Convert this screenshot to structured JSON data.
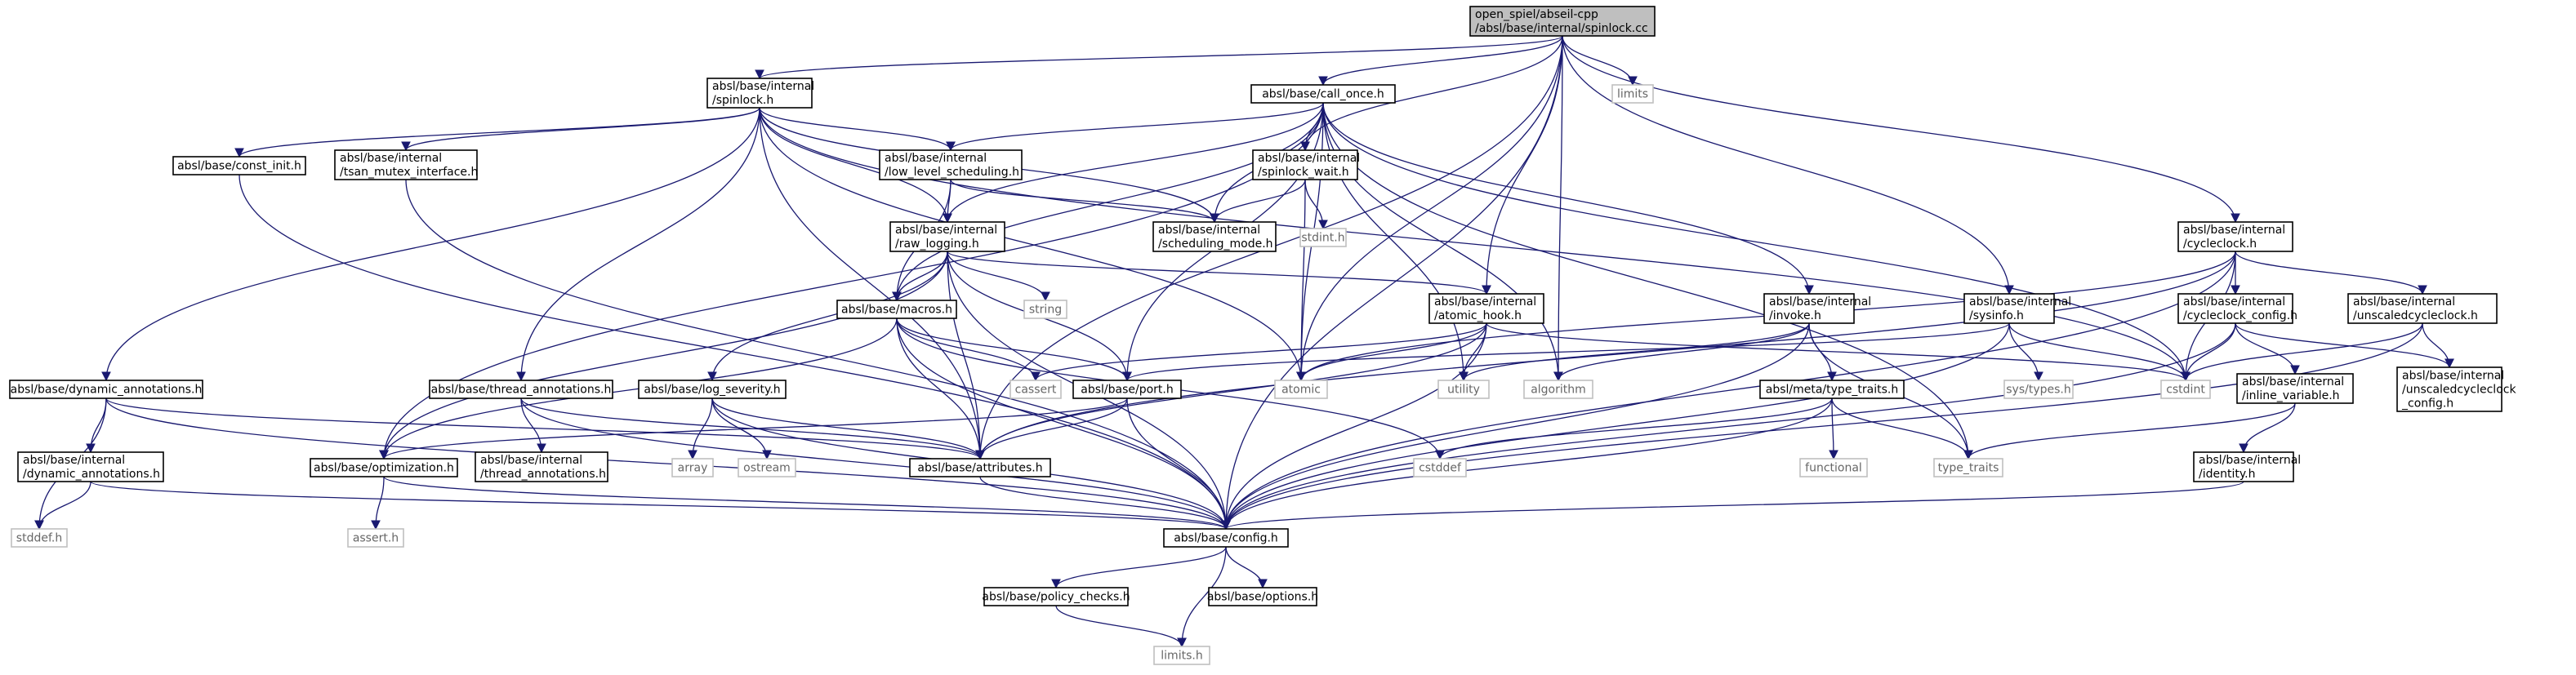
{
  "diagram": {
    "title": "",
    "colors": {
      "edge": "#191970",
      "focus_fill": "#bfbfbf",
      "node_border": "#000000",
      "external_border": "#bfbfbf"
    },
    "nodes": [
      {
        "id": "spinlock_cc",
        "kind": "focus",
        "lines": [
          "open_spiel/abseil-cpp",
          "/absl/base/internal/spinlock.cc"
        ]
      },
      {
        "id": "spinlock_h",
        "kind": "normal",
        "lines": [
          "absl/base/internal",
          "/spinlock.h"
        ]
      },
      {
        "id": "call_once_h",
        "kind": "normal",
        "lines": [
          "absl/base/call_once.h"
        ]
      },
      {
        "id": "limits",
        "kind": "external",
        "lines": [
          "limits"
        ]
      },
      {
        "id": "const_init_h",
        "kind": "normal",
        "lines": [
          "absl/base/const_init.h"
        ]
      },
      {
        "id": "tsan_mutex_h",
        "kind": "normal",
        "lines": [
          "absl/base/internal",
          "/tsan_mutex_interface.h"
        ]
      },
      {
        "id": "low_level_sched_h",
        "kind": "normal",
        "lines": [
          "absl/base/internal",
          "/low_level_scheduling.h"
        ]
      },
      {
        "id": "spinlock_wait_h",
        "kind": "normal",
        "lines": [
          "absl/base/internal",
          "/spinlock_wait.h"
        ]
      },
      {
        "id": "stdint_h",
        "kind": "external",
        "lines": [
          "stdint.h"
        ]
      },
      {
        "id": "scheduling_mode_h",
        "kind": "normal",
        "lines": [
          "absl/base/internal",
          "/scheduling_mode.h"
        ]
      },
      {
        "id": "raw_logging_h",
        "kind": "normal",
        "lines": [
          "absl/base/internal",
          "/raw_logging.h"
        ]
      },
      {
        "id": "string",
        "kind": "external",
        "lines": [
          "string"
        ]
      },
      {
        "id": "cycleclock_h",
        "kind": "normal",
        "lines": [
          "absl/base/internal",
          "/cycleclock.h"
        ]
      },
      {
        "id": "macros_h",
        "kind": "normal",
        "lines": [
          "absl/base/macros.h"
        ]
      },
      {
        "id": "atomic_hook_h",
        "kind": "normal",
        "lines": [
          "absl/base/internal",
          "/atomic_hook.h"
        ]
      },
      {
        "id": "invoke_h",
        "kind": "normal",
        "lines": [
          "absl/base/internal",
          "/invoke.h"
        ]
      },
      {
        "id": "sysinfo_h",
        "kind": "normal",
        "lines": [
          "absl/base/internal",
          "/sysinfo.h"
        ]
      },
      {
        "id": "cycleclock_config_h",
        "kind": "normal",
        "lines": [
          "absl/base/internal",
          "/cycleclock_config.h"
        ]
      },
      {
        "id": "unscaledcycleclock_h",
        "kind": "normal",
        "lines": [
          "absl/base/internal",
          "/unscaledcycleclock.h"
        ]
      },
      {
        "id": "dynamic_annotations_h",
        "kind": "normal",
        "lines": [
          "absl/base/dynamic_annotations.h"
        ]
      },
      {
        "id": "thread_annotations_h",
        "kind": "normal",
        "lines": [
          "absl/base/thread_annotations.h"
        ]
      },
      {
        "id": "log_severity_h",
        "kind": "normal",
        "lines": [
          "absl/base/log_severity.h"
        ]
      },
      {
        "id": "cassert",
        "kind": "external",
        "lines": [
          "cassert"
        ]
      },
      {
        "id": "port_h",
        "kind": "normal",
        "lines": [
          "absl/base/port.h"
        ]
      },
      {
        "id": "atomic",
        "kind": "external",
        "lines": [
          "atomic"
        ]
      },
      {
        "id": "utility",
        "kind": "external",
        "lines": [
          "utility"
        ]
      },
      {
        "id": "algorithm",
        "kind": "external",
        "lines": [
          "algorithm"
        ]
      },
      {
        "id": "type_traits_h",
        "kind": "normal",
        "lines": [
          "absl/meta/type_traits.h"
        ]
      },
      {
        "id": "sys_types_h",
        "kind": "external",
        "lines": [
          "sys/types.h"
        ]
      },
      {
        "id": "cstdint",
        "kind": "external",
        "lines": [
          "cstdint"
        ]
      },
      {
        "id": "inline_variable_h",
        "kind": "normal",
        "lines": [
          "absl/base/internal",
          "/inline_variable.h"
        ]
      },
      {
        "id": "unscaledcycleclock_config_h",
        "kind": "normal",
        "lines": [
          "absl/base/internal",
          "/unscaledcycleclock",
          "_config.h"
        ]
      },
      {
        "id": "dyn_ann_internal_h",
        "kind": "normal",
        "lines": [
          "absl/base/internal",
          "/dynamic_annotations.h"
        ]
      },
      {
        "id": "thread_ann_internal_h",
        "kind": "normal",
        "lines": [
          "absl/base/internal",
          "/thread_annotations.h"
        ]
      },
      {
        "id": "array",
        "kind": "external",
        "lines": [
          "array"
        ]
      },
      {
        "id": "ostream",
        "kind": "external",
        "lines": [
          "ostream"
        ]
      },
      {
        "id": "optimization_h",
        "kind": "normal",
        "lines": [
          "absl/base/optimization.h"
        ]
      },
      {
        "id": "attributes_h",
        "kind": "normal",
        "lines": [
          "absl/base/attributes.h"
        ]
      },
      {
        "id": "cstddef",
        "kind": "external",
        "lines": [
          "cstddef"
        ]
      },
      {
        "id": "functional",
        "kind": "external",
        "lines": [
          "functional"
        ]
      },
      {
        "id": "type_traits",
        "kind": "external",
        "lines": [
          "type_traits"
        ]
      },
      {
        "id": "identity_h",
        "kind": "normal",
        "lines": [
          "absl/base/internal",
          "/identity.h"
        ]
      },
      {
        "id": "stddef_h",
        "kind": "external",
        "lines": [
          "stddef.h"
        ]
      },
      {
        "id": "assert_h",
        "kind": "external",
        "lines": [
          "assert.h"
        ]
      },
      {
        "id": "config_h",
        "kind": "normal",
        "lines": [
          "absl/base/config.h"
        ]
      },
      {
        "id": "policy_checks_h",
        "kind": "normal",
        "lines": [
          "absl/base/policy_checks.h"
        ]
      },
      {
        "id": "options_h",
        "kind": "normal",
        "lines": [
          "absl/base/options.h"
        ]
      },
      {
        "id": "limits_h",
        "kind": "external",
        "lines": [
          "limits.h"
        ]
      }
    ],
    "edges": [
      [
        "spinlock_cc",
        "spinlock_h"
      ],
      [
        "spinlock_cc",
        "call_once_h"
      ],
      [
        "spinlock_cc",
        "limits"
      ],
      [
        "spinlock_cc",
        "atomic"
      ],
      [
        "spinlock_cc",
        "spinlock_wait_h"
      ],
      [
        "spinlock_cc",
        "atomic_hook_h"
      ],
      [
        "spinlock_cc",
        "attributes_h"
      ],
      [
        "spinlock_cc",
        "algorithm"
      ],
      [
        "spinlock_cc",
        "config_h"
      ],
      [
        "spinlock_cc",
        "sysinfo_h"
      ],
      [
        "spinlock_cc",
        "cycleclock_h"
      ],
      [
        "spinlock_h",
        "const_init_h"
      ],
      [
        "spinlock_h",
        "tsan_mutex_h"
      ],
      [
        "spinlock_h",
        "low_level_sched_h"
      ],
      [
        "spinlock_h",
        "scheduling_mode_h"
      ],
      [
        "spinlock_h",
        "raw_logging_h"
      ],
      [
        "spinlock_h",
        "dynamic_annotations_h"
      ],
      [
        "spinlock_h",
        "thread_annotations_h"
      ],
      [
        "spinlock_h",
        "atomic"
      ],
      [
        "spinlock_h",
        "attributes_h"
      ],
      [
        "spinlock_h",
        "cstdint"
      ],
      [
        "call_once_h",
        "low_level_sched_h"
      ],
      [
        "call_once_h",
        "spinlock_wait_h"
      ],
      [
        "call_once_h",
        "scheduling_mode_h"
      ],
      [
        "call_once_h",
        "raw_logging_h"
      ],
      [
        "call_once_h",
        "macros_h"
      ],
      [
        "call_once_h",
        "optimization_h"
      ],
      [
        "call_once_h",
        "port_h"
      ],
      [
        "call_once_h",
        "invoke_h"
      ],
      [
        "call_once_h",
        "atomic"
      ],
      [
        "call_once_h",
        "utility"
      ],
      [
        "call_once_h",
        "algorithm"
      ],
      [
        "call_once_h",
        "type_traits"
      ],
      [
        "call_once_h",
        "cstdint"
      ],
      [
        "const_init_h",
        "config_h"
      ],
      [
        "tsan_mutex_h",
        "config_h"
      ],
      [
        "low_level_sched_h",
        "raw_logging_h"
      ],
      [
        "low_level_sched_h",
        "scheduling_mode_h"
      ],
      [
        "low_level_sched_h",
        "macros_h"
      ],
      [
        "spinlock_wait_h",
        "stdint_h"
      ],
      [
        "spinlock_wait_h",
        "scheduling_mode_h"
      ],
      [
        "spinlock_wait_h",
        "atomic"
      ],
      [
        "raw_logging_h",
        "string"
      ],
      [
        "raw_logging_h",
        "macros_h"
      ],
      [
        "raw_logging_h",
        "atomic_hook_h"
      ],
      [
        "raw_logging_h",
        "log_severity_h"
      ],
      [
        "raw_logging_h",
        "port_h"
      ],
      [
        "raw_logging_h",
        "attributes_h"
      ],
      [
        "raw_logging_h",
        "optimization_h"
      ],
      [
        "raw_logging_h",
        "config_h"
      ],
      [
        "cycleclock_h",
        "atomic"
      ],
      [
        "cycleclock_h",
        "cstdint"
      ],
      [
        "cycleclock_h",
        "cycleclock_config_h"
      ],
      [
        "cycleclock_h",
        "unscaledcycleclock_h"
      ],
      [
        "cycleclock_h",
        "attributes_h"
      ],
      [
        "cycleclock_h",
        "config_h"
      ],
      [
        "macros_h",
        "cassert"
      ],
      [
        "macros_h",
        "port_h"
      ],
      [
        "macros_h",
        "attributes_h"
      ],
      [
        "macros_h",
        "optimization_h"
      ],
      [
        "macros_h",
        "config_h"
      ],
      [
        "macros_h",
        "cstddef"
      ],
      [
        "atomic_hook_h",
        "cassert"
      ],
      [
        "atomic_hook_h",
        "atomic"
      ],
      [
        "atomic_hook_h",
        "utility"
      ],
      [
        "atomic_hook_h",
        "cstdint"
      ],
      [
        "atomic_hook_h",
        "attributes_h"
      ],
      [
        "atomic_hook_h",
        "config_h"
      ],
      [
        "invoke_h",
        "algorithm"
      ],
      [
        "invoke_h",
        "utility"
      ],
      [
        "invoke_h",
        "type_traits_h"
      ],
      [
        "invoke_h",
        "type_traits"
      ],
      [
        "invoke_h",
        "config_h"
      ],
      [
        "sysinfo_h",
        "sys_types_h"
      ],
      [
        "sysinfo_h",
        "cstdint"
      ],
      [
        "sysinfo_h",
        "port_h"
      ],
      [
        "sysinfo_h",
        "config_h"
      ],
      [
        "cycleclock_config_h",
        "cstdint"
      ],
      [
        "cycleclock_config_h",
        "inline_variable_h"
      ],
      [
        "cycleclock_config_h",
        "unscaledcycleclock_config_h"
      ],
      [
        "cycleclock_config_h",
        "config_h"
      ],
      [
        "unscaledcycleclock_h",
        "cstdint"
      ],
      [
        "unscaledcycleclock_h",
        "unscaledcycleclock_config_h"
      ],
      [
        "unscaledcycleclock_h",
        "config_h"
      ],
      [
        "dynamic_annotations_h",
        "dyn_ann_internal_h"
      ],
      [
        "dynamic_annotations_h",
        "stddef_h"
      ],
      [
        "dynamic_annotations_h",
        "attributes_h"
      ],
      [
        "dynamic_annotations_h",
        "config_h"
      ],
      [
        "thread_annotations_h",
        "thread_ann_internal_h"
      ],
      [
        "thread_annotations_h",
        "attributes_h"
      ],
      [
        "thread_annotations_h",
        "config_h"
      ],
      [
        "log_severity_h",
        "array"
      ],
      [
        "log_severity_h",
        "ostream"
      ],
      [
        "log_severity_h",
        "attributes_h"
      ],
      [
        "log_severity_h",
        "config_h"
      ],
      [
        "port_h",
        "attributes_h"
      ],
      [
        "port_h",
        "optimization_h"
      ],
      [
        "port_h",
        "config_h"
      ],
      [
        "type_traits_h",
        "cstddef"
      ],
      [
        "type_traits_h",
        "functional"
      ],
      [
        "type_traits_h",
        "type_traits"
      ],
      [
        "type_traits_h",
        "config_h"
      ],
      [
        "inline_variable_h",
        "type_traits"
      ],
      [
        "inline_variable_h",
        "identity_h"
      ],
      [
        "dyn_ann_internal_h",
        "stddef_h"
      ],
      [
        "dyn_ann_internal_h",
        "config_h"
      ],
      [
        "optimization_h",
        "assert_h"
      ],
      [
        "optimization_h",
        "config_h"
      ],
      [
        "attributes_h",
        "config_h"
      ],
      [
        "identity_h",
        "config_h"
      ],
      [
        "config_h",
        "policy_checks_h"
      ],
      [
        "config_h",
        "options_h"
      ],
      [
        "config_h",
        "limits_h"
      ],
      [
        "policy_checks_h",
        "limits_h"
      ]
    ]
  }
}
